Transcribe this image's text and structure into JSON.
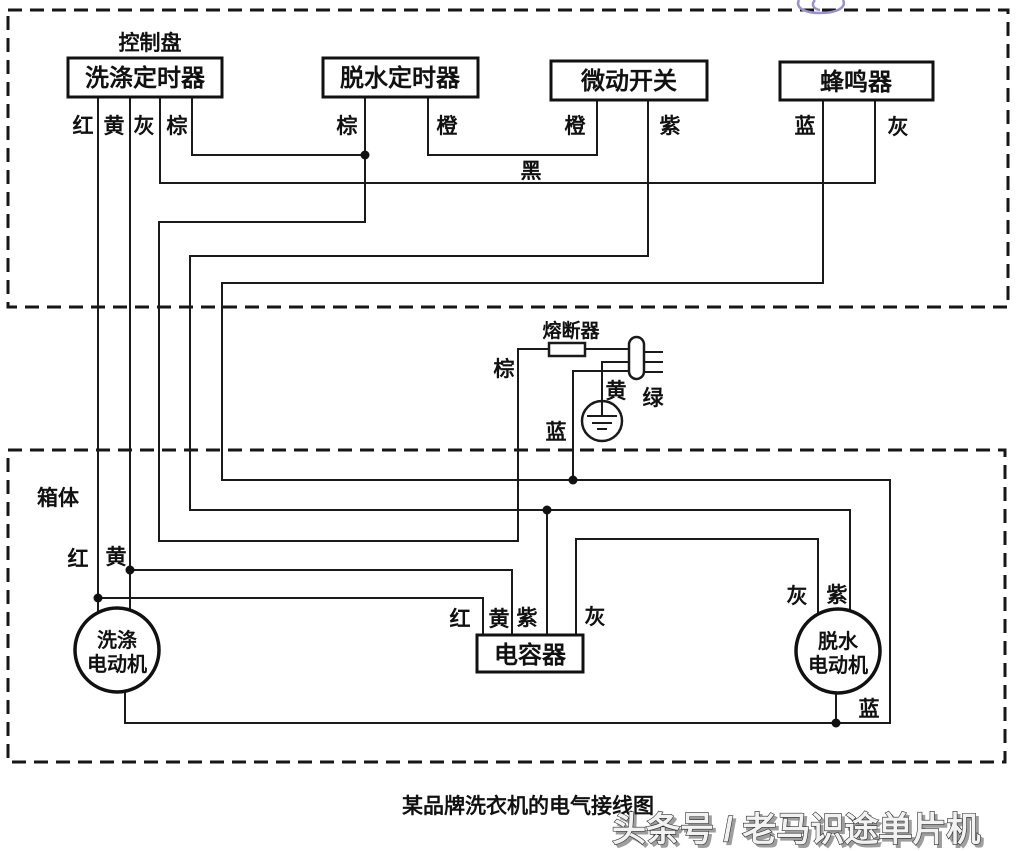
{
  "caption": "某品牌洗衣机的电气接线图",
  "watermark": "头条号 / 老马识途单片机",
  "sections": {
    "control_panel": "控制盘",
    "cabinet": "箱体"
  },
  "components": {
    "wash_timer": "洗涤定时器",
    "spin_timer": "脱水定时器",
    "micro_switch": "微动开关",
    "buzzer": "蜂鸣器",
    "fuse": "熔断器",
    "capacitor": "电容器",
    "wash_motor": {
      "line1": "洗涤",
      "line2": "电动机"
    },
    "spin_motor": {
      "line1": "脱水",
      "line2": "电动机"
    }
  },
  "wire_labels": {
    "wash_timer": {
      "red": "红",
      "yellow": "黄",
      "gray": "灰",
      "brown": "棕"
    },
    "spin_timer": {
      "brown": "棕",
      "orange": "橙"
    },
    "micro_switch": {
      "orange": "橙",
      "purple": "紫"
    },
    "buzzer": {
      "blue": "蓝",
      "gray": "灰"
    },
    "bus": {
      "black": "黑"
    },
    "power": {
      "brown": "棕",
      "yellow": "黄",
      "green": "绿",
      "blue": "蓝"
    },
    "cabinet_inlet": {
      "red": "红",
      "yellow": "黄"
    },
    "capacitor": {
      "red": "红",
      "yellow": "黄",
      "purple": "紫",
      "gray": "灰"
    },
    "spin_motor": {
      "gray": "灰",
      "purple": "紫",
      "blue": "蓝"
    }
  },
  "colors": {
    "line": "#1a1a1a",
    "scribble": "#9a90cc",
    "background": "#ffffff"
  }
}
